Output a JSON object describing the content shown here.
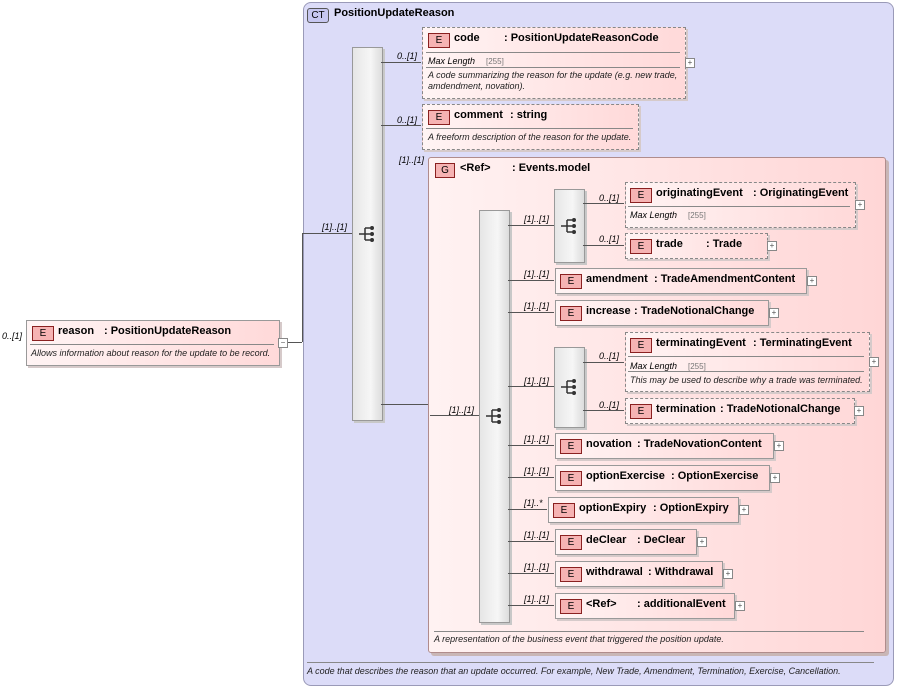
{
  "complex_type": {
    "badge": "CT",
    "title": "PositionUpdateReason",
    "description": "A code that describes the reason that an update occurred. For example, New Trade, Amendment, Termination, Exercise, Cancellation."
  },
  "root": {
    "badge": "E",
    "cardinality": "0..[1]",
    "name": "reason",
    "type": ": PositionUpdateReason",
    "description": "Allows information about reason for the update to be record."
  },
  "main_sequence": {
    "cardinality": "[1]..[1]"
  },
  "code": {
    "badge": "E",
    "cardinality": "0..[1]",
    "name": "code",
    "type": ": PositionUpdateReasonCode",
    "max_length_label": "Max Length",
    "max_length_value": "[255]",
    "description": "A code summarizing the reason for the update (e.g. new trade, amdendment, novation)."
  },
  "comment": {
    "badge": "E",
    "cardinality": "0..[1]",
    "name": "comment",
    "type": ": string",
    "description": "A freeform description of the reason for the update."
  },
  "group": {
    "badge": "G",
    "cardinality": "[1]..[1]",
    "ref": "<Ref>",
    "type": ": Events.model",
    "description": "A representation of the business event that triggered the position update.",
    "inner_sequence_cardinality": "[1]..[1]"
  },
  "events": {
    "seq1_cardinality": "[1]..[1]",
    "originatingEvent": {
      "badge": "E",
      "cardinality": "0..[1]",
      "name": "originatingEvent",
      "type": ": OriginatingEvent",
      "max_length_label": "Max Length",
      "max_length_value": "[255]"
    },
    "trade": {
      "badge": "E",
      "cardinality": "0..[1]",
      "name": "trade",
      "type": ": Trade"
    },
    "amendment": {
      "badge": "E",
      "cardinality": "[1]..[1]",
      "name": "amendment",
      "type": ": TradeAmendmentContent"
    },
    "increase": {
      "badge": "E",
      "cardinality": "[1]..[1]",
      "name": "increase",
      "type": ": TradeNotionalChange"
    },
    "seq2_cardinality": "[1]..[1]",
    "terminatingEvent": {
      "badge": "E",
      "cardinality": "0..[1]",
      "name": "terminatingEvent",
      "type": ": TerminatingEvent",
      "max_length_label": "Max Length",
      "max_length_value": "[255]",
      "description": "This may be used to describe why a trade was terminated."
    },
    "termination": {
      "badge": "E",
      "cardinality": "0..[1]",
      "name": "termination",
      "type": ": TradeNotionalChange"
    },
    "novation": {
      "badge": "E",
      "cardinality": "[1]..[1]",
      "name": "novation",
      "type": ": TradeNovationContent"
    },
    "optionExercise": {
      "badge": "E",
      "cardinality": "[1]..[1]",
      "name": "optionExercise",
      "type": ": OptionExercise"
    },
    "optionExpiry": {
      "badge": "E",
      "cardinality": "[1]..*",
      "name": "optionExpiry",
      "type": ": OptionExpiry"
    },
    "deClear": {
      "badge": "E",
      "cardinality": "[1]..[1]",
      "name": "deClear",
      "type": ": DeClear"
    },
    "withdrawal": {
      "badge": "E",
      "cardinality": "[1]..[1]",
      "name": "withdrawal",
      "type": ": Withdrawal"
    },
    "additionalEvent": {
      "badge": "E",
      "cardinality": "[1]..[1]",
      "name": "<Ref>",
      "type": ": additionalEvent"
    }
  },
  "expand_symbol": "+",
  "collapse_symbol": "−"
}
